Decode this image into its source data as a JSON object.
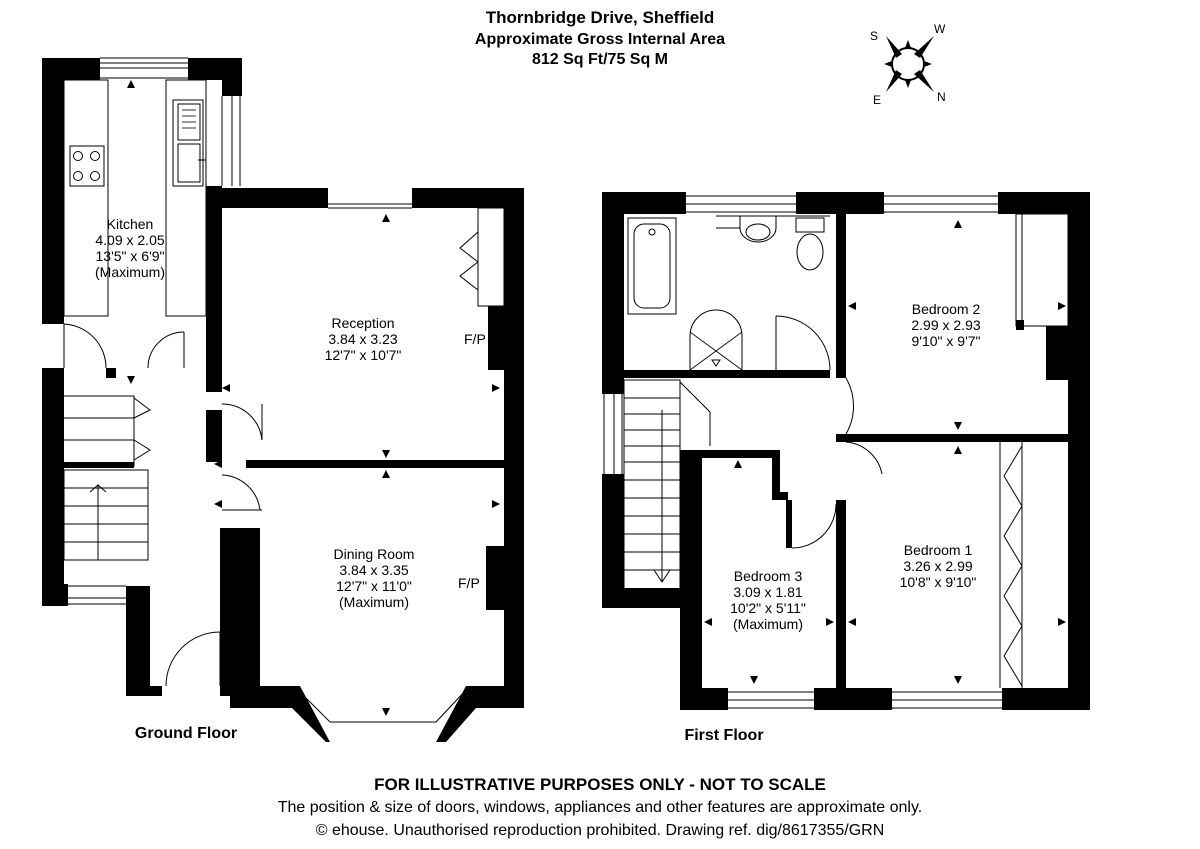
{
  "header": {
    "line1": "Thornbridge Drive, Sheffield",
    "line2": "Approximate Gross Internal Area",
    "line3": "812 Sq Ft/75 Sq M"
  },
  "compass": {
    "s": "S",
    "w": "W",
    "e": "E",
    "n": "N"
  },
  "ground_floor": {
    "label": "Ground Floor",
    "kitchen": {
      "name": "Kitchen",
      "metric": "4.09 x 2.05",
      "imperial": "13'5\" x 6'9\"",
      "note": "(Maximum)"
    },
    "reception": {
      "name": "Reception",
      "metric": "3.84 x 3.23",
      "imperial": "12'7\" x 10'7\"",
      "fp": "F/P"
    },
    "dining": {
      "name": "Dining Room",
      "metric": "3.84 x 3.35",
      "imperial": "12'7\" x 11'0\"",
      "note": "(Maximum)",
      "fp": "F/P"
    }
  },
  "first_floor": {
    "label": "First Floor",
    "bedroom2": {
      "name": "Bedroom 2",
      "metric": "2.99 x 2.93",
      "imperial": "9'10\" x 9'7\""
    },
    "bedroom1": {
      "name": "Bedroom 1",
      "metric": "3.26 x 2.99",
      "imperial": "10'8\" x 9'10\""
    },
    "bedroom3": {
      "name": "Bedroom 3",
      "metric": "3.09 x 1.81",
      "imperial": "10'2\" x 5'11\"",
      "note": "(Maximum)"
    }
  },
  "footer": {
    "disclaimer": "FOR ILLUSTRATIVE PURPOSES ONLY - NOT TO SCALE",
    "note": "The position & size of doors, windows, appliances and other features are approximate only.",
    "copyright": "© ehouse. Unauthorised reproduction prohibited. Drawing ref. dig/8617355/GRN"
  }
}
